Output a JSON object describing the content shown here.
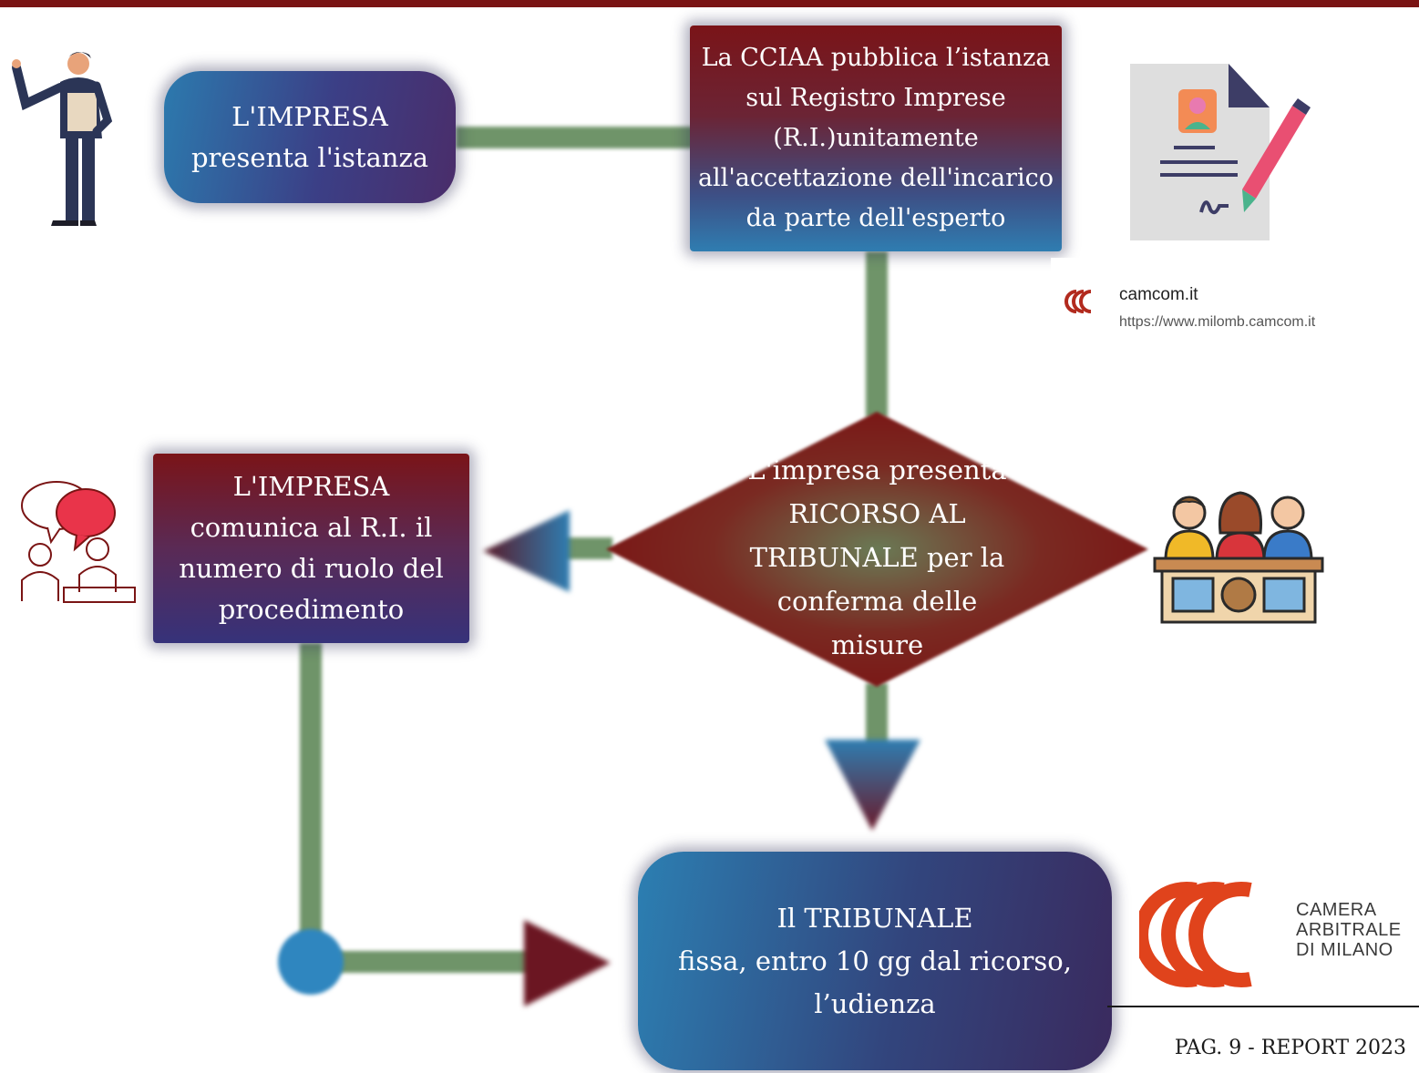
{
  "flowchart": {
    "box1": {
      "line1": "L'IMPRESA",
      "line2": "presenta l'istanza"
    },
    "box2": {
      "text": "La CCIAA pubblica l’istanza\nsul Registro Imprese\n(R.I.)unitamente\nall'accettazione dell'incarico\nda parte dell'esperto"
    },
    "box3": {
      "text": "L'IMPRESA\ncomunica al R.I. il\nnumero di ruolo  del\nprocedimento"
    },
    "diamond": {
      "text": "L'impresa presenta\nRICORSO AL\nTRIBUNALE per la\nconferma delle\nmisure"
    },
    "box4": {
      "text": "Il TRIBUNALE\nfissa, entro 10 gg dal ricorso,\nl’udienza"
    }
  },
  "colors": {
    "burgundy": "#7a1414",
    "navy": "#3b3f86",
    "blue": "#2c7fb2",
    "connector_green": "#6f9469"
  },
  "camcom_card": {
    "title": "camcom.it",
    "url": "https://www.milomb.camcom.it",
    "icon": "camcom-logo-icon"
  },
  "camera_arbitrale": {
    "line1": "CAMERA",
    "line2": "ARBITRALE",
    "line3": "DI MILANO",
    "logo": "camera-arbitrale-logo"
  },
  "illustrations": [
    "businessman-presenting-icon",
    "document-signing-icon",
    "conversation-icon",
    "tribunal-judges-icon"
  ],
  "footer": {
    "page_label": "PAG. 9 - REPORT 2023"
  }
}
